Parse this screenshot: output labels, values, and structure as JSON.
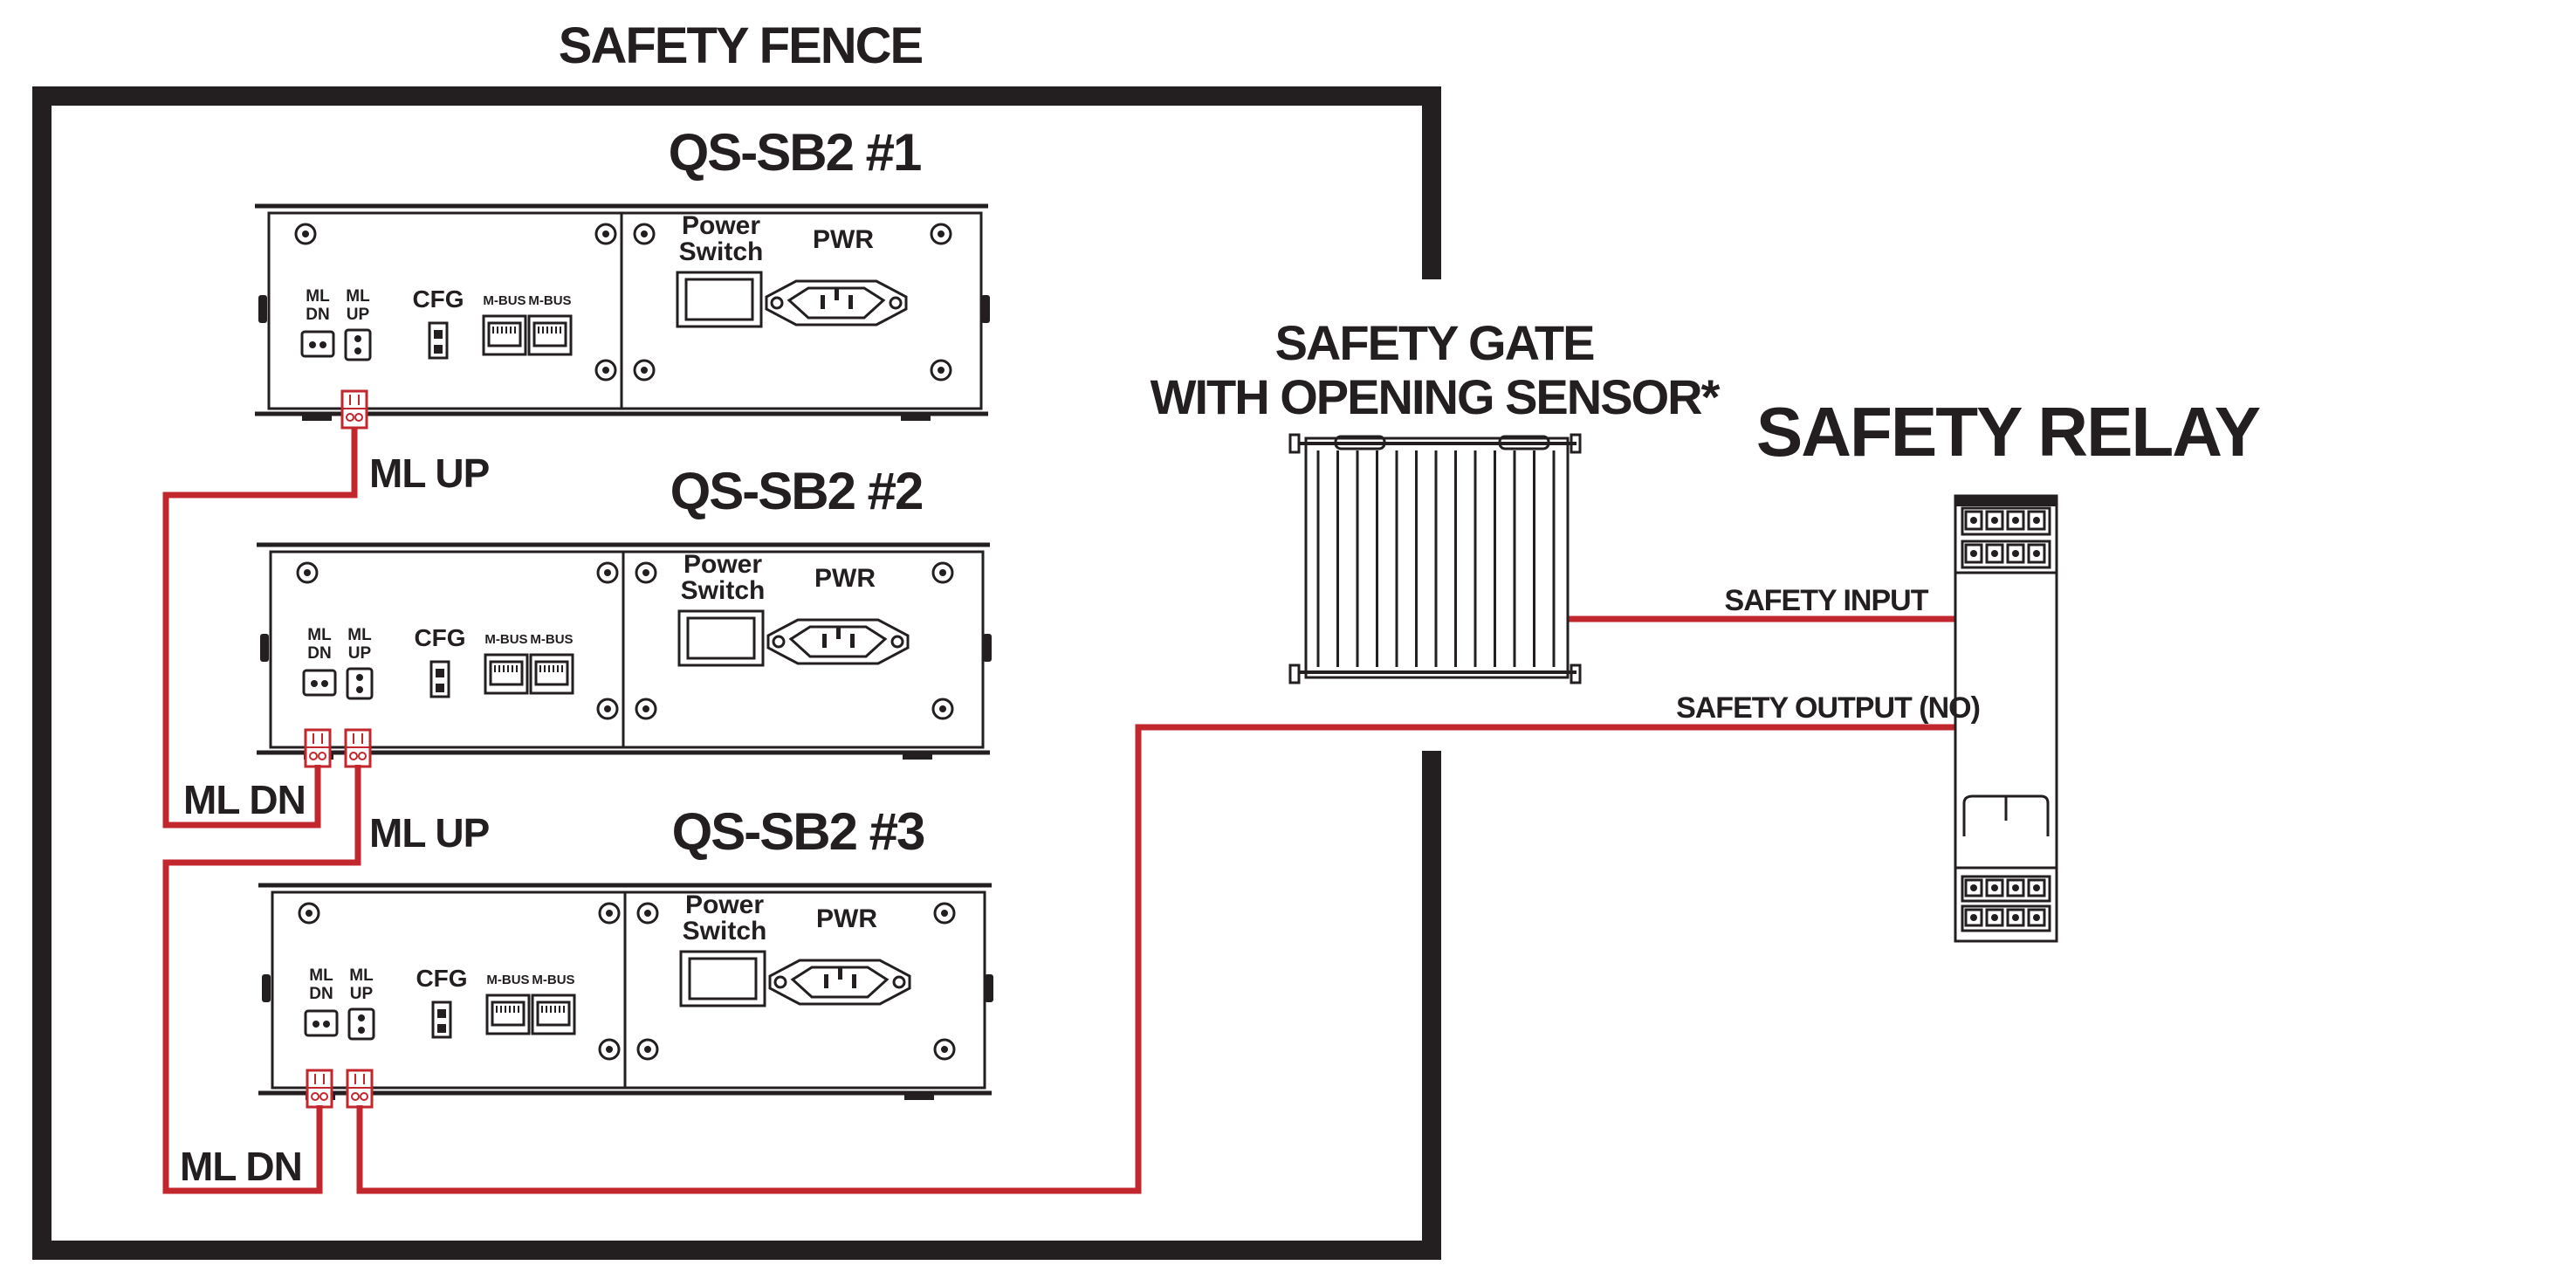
{
  "labels": {
    "fence": "SAFETY FENCE",
    "gate_line1": "SAFETY GATE",
    "gate_line2": "WITH OPENING SENSOR*",
    "relay": "SAFETY RELAY",
    "safety_input": "SAFETY INPUT",
    "safety_output": "SAFETY OUTPUT (NO)",
    "ml_up": "ML UP",
    "ml_dn": "ML DN"
  },
  "device_labels": {
    "ml_dn_top": "ML",
    "ml_dn_bottom": "DN",
    "ml_up_top": "ML",
    "ml_up_bottom": "UP",
    "cfg": "CFG",
    "mbus": "M-BUS",
    "power_switch_line1": "Power",
    "power_switch_line2": "Switch",
    "pwr": "PWR"
  },
  "devices": [
    {
      "title": "QS-SB2 #1"
    },
    {
      "title": "QS-SB2 #2"
    },
    {
      "title": "QS-SB2 #3"
    }
  ],
  "colors": {
    "wire": "#c1272d",
    "ink": "#231f20"
  }
}
